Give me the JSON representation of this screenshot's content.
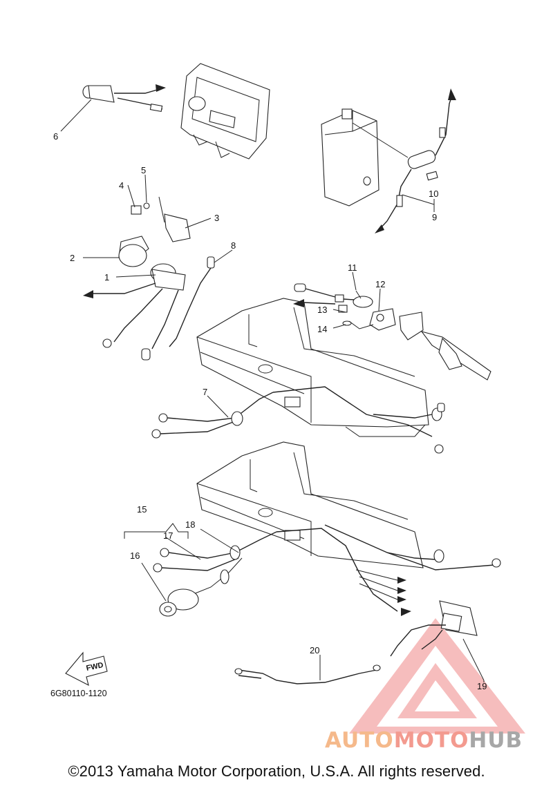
{
  "diagram": {
    "callouts": [
      "1",
      "2",
      "3",
      "4",
      "5",
      "6",
      "7",
      "8",
      "9",
      "10",
      "11",
      "12",
      "13",
      "14",
      "15",
      "16",
      "17",
      "18",
      "19",
      "20"
    ],
    "part_code": "6G80110-1120",
    "fwd_label": "FWD"
  },
  "watermark": {
    "part1": "AUTO",
    "part2": "MOTO",
    "part3": "HUB",
    "colors": {
      "auto": "#f5b98b",
      "moto": "#f39a8f",
      "hub": "#a7a7a7",
      "logo": "#f08a8a"
    }
  },
  "footer": {
    "copyright": "©2013 Yamaha Motor Corporation, U.S.A. All rights reserved."
  }
}
